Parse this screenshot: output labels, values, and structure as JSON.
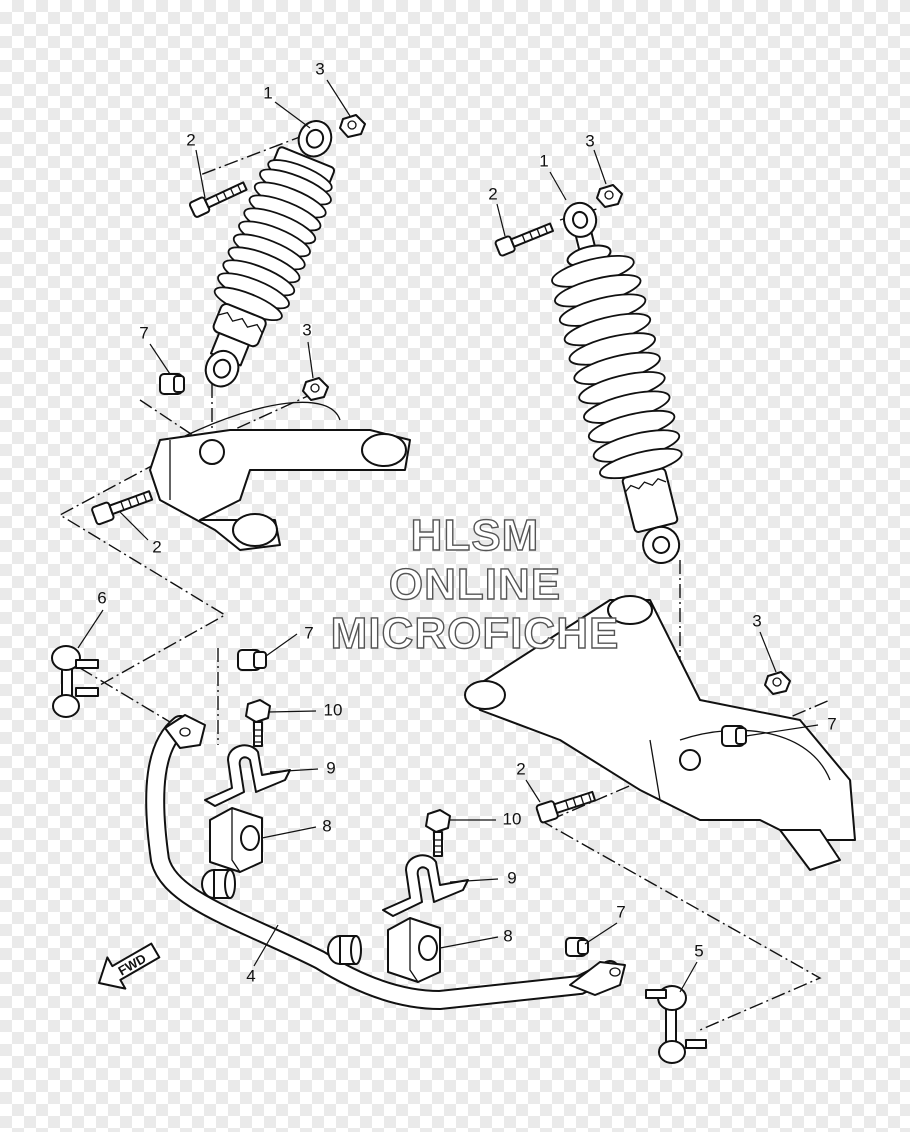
{
  "watermark": {
    "line1": "HLSM",
    "line2": "ONLINE",
    "line3": "MICROFICHE"
  },
  "direction_arrow": {
    "label": "FWD",
    "icon": "fwd-arrow-icon"
  },
  "callouts": [
    {
      "id": "c1a",
      "label": "1"
    },
    {
      "id": "c2a",
      "label": "2"
    },
    {
      "id": "c3a",
      "label": "3"
    },
    {
      "id": "c7a",
      "label": "7"
    },
    {
      "id": "c3b",
      "label": "3"
    },
    {
      "id": "c2b",
      "label": "2"
    },
    {
      "id": "c1b",
      "label": "1"
    },
    {
      "id": "c2c",
      "label": "2"
    },
    {
      "id": "c3c",
      "label": "3"
    },
    {
      "id": "c6",
      "label": "6"
    },
    {
      "id": "c7b",
      "label": "7"
    },
    {
      "id": "c10a",
      "label": "10"
    },
    {
      "id": "c9a",
      "label": "9"
    },
    {
      "id": "c8a",
      "label": "8"
    },
    {
      "id": "c3d",
      "label": "3"
    },
    {
      "id": "c7c",
      "label": "7"
    },
    {
      "id": "c2d",
      "label": "2"
    },
    {
      "id": "c10b",
      "label": "10"
    },
    {
      "id": "c9b",
      "label": "9"
    },
    {
      "id": "c8b",
      "label": "8"
    },
    {
      "id": "c4",
      "label": "4"
    },
    {
      "id": "c7d",
      "label": "7"
    },
    {
      "id": "c5",
      "label": "5"
    }
  ]
}
